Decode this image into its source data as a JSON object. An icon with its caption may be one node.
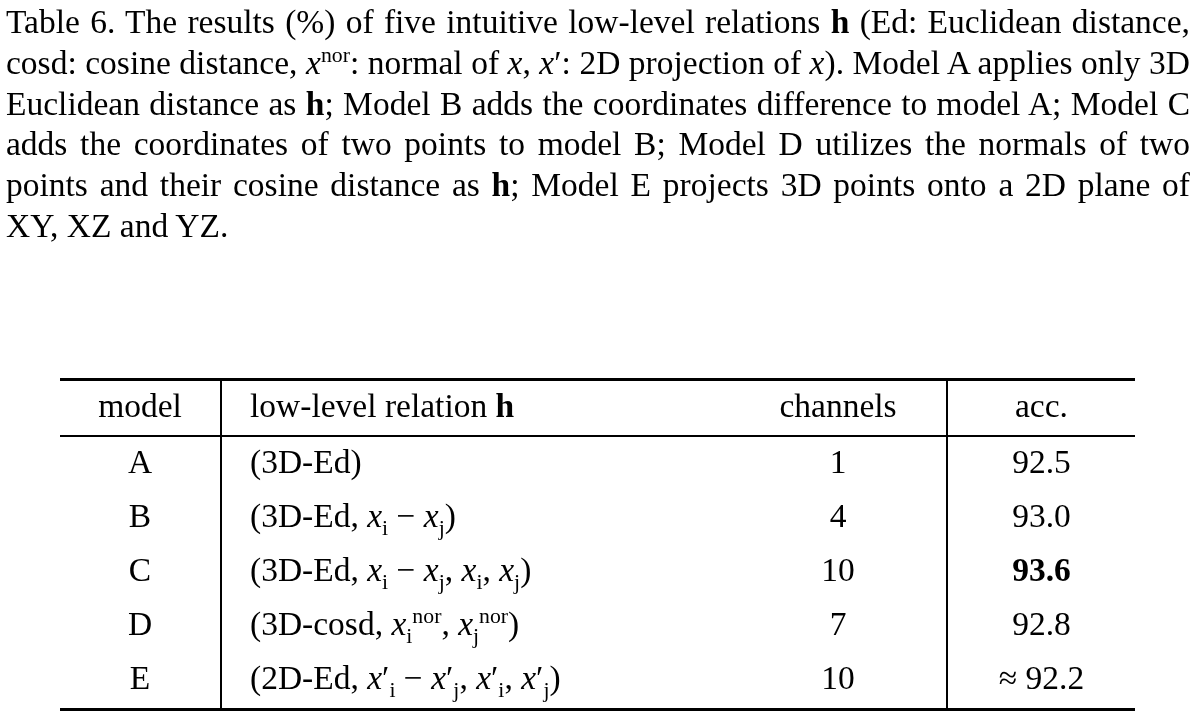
{
  "diagram": {
    "caption": "Table 6. The results (%) of five intuitive low-level relations **h** (Ed: Euclidean distance, cosd: cosine distance, *x*$^{nor}$: normal of *x*, *x*′: 2D projection of *x*). Model A applies only 3D Euclidean distance as **h**; Model B adds the coordinates difference to model A; Model C adds the coordinates of two points to model B; Model D utilizes the normals of two points and their cosine distance as **h**; Model E projects 3D points onto a 2D plane of XY, XZ and YZ.",
    "labels": [
      "model",
      "low-level relation **h**",
      "channels",
      "acc.",
      "A",
      "(3D-Ed)",
      "1",
      "92.5",
      "B",
      "(3D-Ed, *x*$_{i}$ − *x*$_{j}$)",
      "4",
      "93.0",
      "C",
      "(3D-Ed, *x*$_{i}$ − *x*$_{j}$, *x*$_{i}$, *x*$_{j}$)",
      "10",
      "93.6",
      "D",
      "(3D-cosd, *x*$_{i}$$^{nor}$, *x*$_{j}$$^{nor}$)",
      "7",
      "92.8",
      "E",
      "(2D-Ed, *x*′$_{i}$ − *x*′$_{j}$, *x*′$_{i}$, *x*′$_{j}$)",
      "10",
      "≈ 92.2"
    ]
  }
}
